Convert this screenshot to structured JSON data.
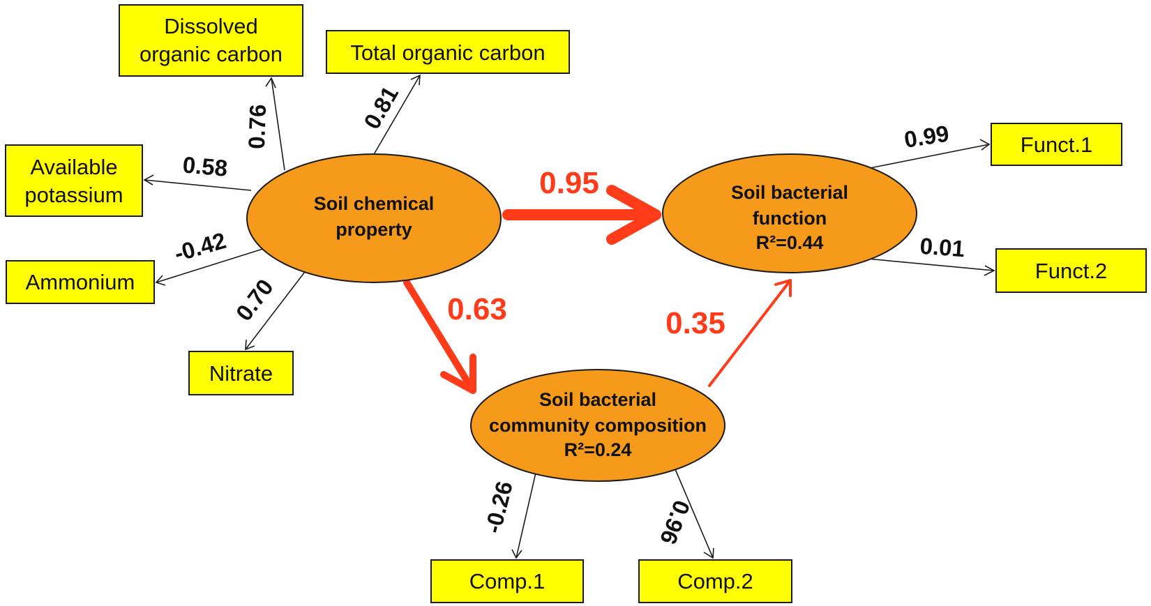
{
  "colors": {
    "indicator_fill": "#ffff00",
    "latent_fill": "#f59a1a",
    "path_color": "#ff3b1a",
    "loading_color": "#1a1a1a"
  },
  "latent": {
    "chem": {
      "lines": [
        "Soil chemical",
        "property"
      ]
    },
    "func": {
      "lines": [
        "Soil bacterial",
        "function",
        "R²=0.44"
      ]
    },
    "comm": {
      "lines": [
        "Soil bacterial",
        "community composition",
        "R²=0.24"
      ]
    }
  },
  "indicators": {
    "doc": {
      "lines": [
        "Dissolved",
        "organic carbon"
      ]
    },
    "toc": {
      "lines": [
        "Total organic carbon"
      ]
    },
    "ak": {
      "lines": [
        "Available",
        "potassium"
      ]
    },
    "amm": {
      "lines": [
        "Ammonium"
      ]
    },
    "nit": {
      "lines": [
        "Nitrate"
      ]
    },
    "f1": {
      "lines": [
        "Funct.1"
      ]
    },
    "f2": {
      "lines": [
        "Funct.2"
      ]
    },
    "c1": {
      "lines": [
        "Comp.1"
      ]
    },
    "c2": {
      "lines": [
        "Comp.2"
      ]
    }
  },
  "loadings": {
    "doc": "0.76",
    "toc": "0.81",
    "ak": "0.58",
    "amm": "-0.42",
    "nit": "0.70",
    "f1": "0.99",
    "f2": "0.01",
    "c1": "-0.26",
    "c2": "0.96"
  },
  "paths": {
    "chem_func": "0.95",
    "chem_comm": "0.63",
    "comm_func": "0.35"
  }
}
